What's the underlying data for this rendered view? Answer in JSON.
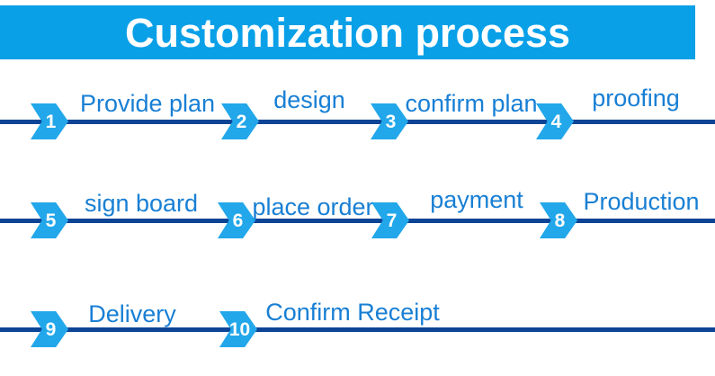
{
  "banner": {
    "title": "Customization process"
  },
  "colors": {
    "banner_bg": "#09a0e8",
    "banner_text": "#ffffff",
    "line": "#0c4496",
    "chevron": "#22a7ea",
    "label_text": "#187fd4",
    "number_text": "#ffffff"
  },
  "steps": [
    {
      "number": "1",
      "label": "Provide plan"
    },
    {
      "number": "2",
      "label": "design"
    },
    {
      "number": "3",
      "label": "confirm plan"
    },
    {
      "number": "4",
      "label": "proofing"
    },
    {
      "number": "5",
      "label": "sign board"
    },
    {
      "number": "6",
      "label": "place order"
    },
    {
      "number": "7",
      "label": "payment"
    },
    {
      "number": "8",
      "label": "Production"
    },
    {
      "number": "9",
      "label": "Delivery"
    },
    {
      "number": "10",
      "label": "Confirm Receipt"
    }
  ]
}
